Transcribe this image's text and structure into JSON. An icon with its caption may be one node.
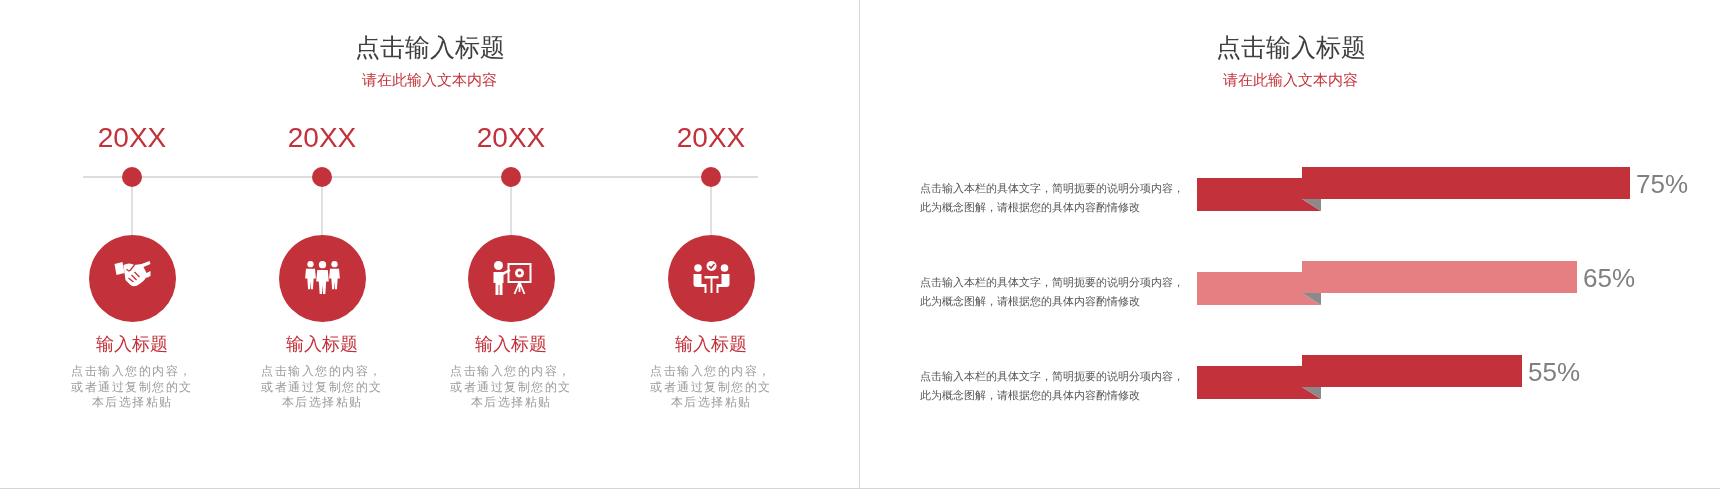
{
  "diagram": {
    "nodes": [
      {
        "text": [
          "点击输入标题",
          "请在此输入文本内容"
        ]
      },
      {
        "text": [],
        "shape": "circle",
        "beside": [
          "20XX"
        ],
        "in": 0
      },
      {
        "text": [
          "输入标题",
          "点击输入您的内容，或者通过复制您的文本后选择粘贴"
        ],
        "in": 0
      },
      {
        "text": [],
        "shape": "circle",
        "beside": [
          "20XX"
        ],
        "in": 0
      },
      {
        "text": [
          "输入标题",
          "点击输入您的内容，或者通过复制您的文本后选择粘贴"
        ],
        "in": 0
      },
      {
        "text": [],
        "shape": "circle",
        "beside": [
          "20XX"
        ],
        "in": 0
      },
      {
        "text": [
          "输入标题",
          "点击输入您的内容，或者通过复制您的文本后选择粘贴"
        ],
        "in": 0
      },
      {
        "text": [],
        "shape": "circle",
        "beside": [
          "20XX"
        ],
        "in": 0
      },
      {
        "text": [
          "输入标题",
          "点击输入您的内容，或者通过复制您的文本后选择粘贴"
        ],
        "in": 0
      },
      {
        "text": [
          "点击输入标题",
          "请在此输入文本内容"
        ]
      }
    ],
    "edges": [
      {
        "from": 1,
        "to": 2,
        "arrow": "none"
      },
      {
        "from": 3,
        "to": 4,
        "arrow": "none"
      },
      {
        "from": 5,
        "to": 6,
        "arrow": "none"
      },
      {
        "from": 7,
        "to": 8,
        "arrow": "none"
      }
    ],
    "labels": [
      "点击输入本栏的具体文字，简明扼要的说明分项内容，此为概念图解，请根据您的具体内容酌情修改",
      "75%",
      "点击输入本栏的具体文字，简明扼要的说明分项内容，此为概念图解，请根据您的具体内容酌情修改",
      "65%",
      "点击输入本栏的具体文字，简明扼要的说明分项内容，此为概念图解，请根据您的具体内容酌情修改",
      "55%"
    ]
  }
}
